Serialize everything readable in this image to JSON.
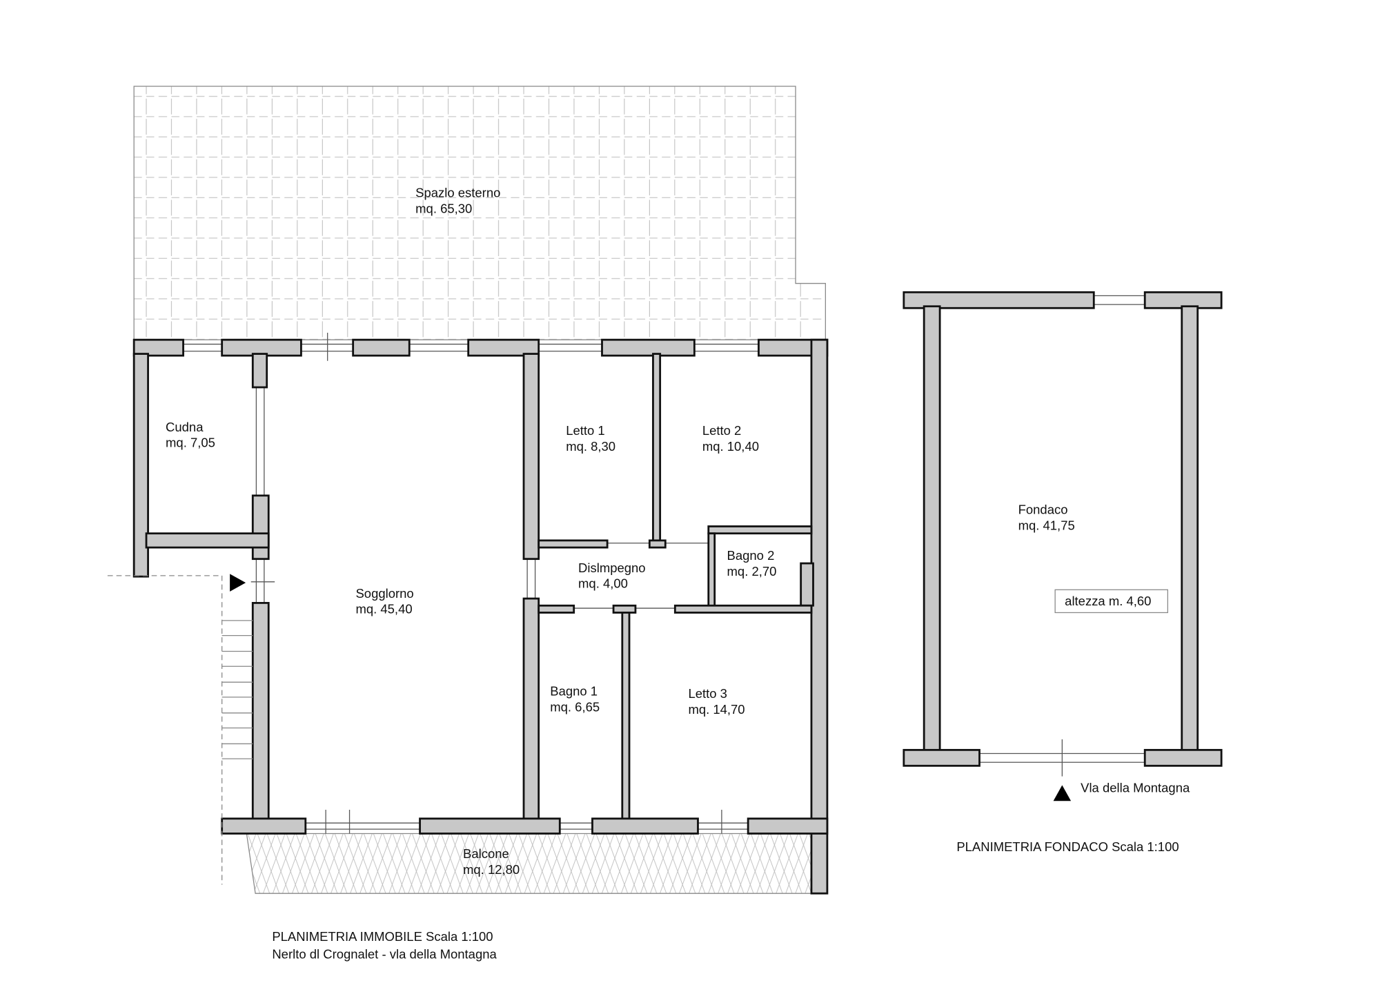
{
  "plan_main": {
    "rooms": [
      {
        "name": "Spazlo esterno",
        "area": "mq. 65,30"
      },
      {
        "name": "Cudna",
        "area": "mq. 7,05"
      },
      {
        "name": "Sogglorno",
        "area": "mq. 45,40"
      },
      {
        "name": "Letto 1",
        "area": "mq. 8,30"
      },
      {
        "name": "Letto 2",
        "area": "mq. 10,40"
      },
      {
        "name": "Dislmpegno",
        "area": "mq. 4,00"
      },
      {
        "name": "Bagno 2",
        "area": "mq. 2,70"
      },
      {
        "name": "Bagno 1",
        "area": "mq. 6,65"
      },
      {
        "name": "Letto 3",
        "area": "mq. 14,70"
      },
      {
        "name": "Balcone",
        "area": "mq. 12,80"
      }
    ],
    "title": "PLANIMETRIA IMMOBILE  Scala 1:100",
    "subtitle": "Nerlto dl Crognalet - vla della Montagna"
  },
  "plan_fondaco": {
    "room": {
      "name": "Fondaco",
      "area": "mq. 41,75"
    },
    "height_label": "altezza m. 4,60",
    "street": "Vla della Montagna",
    "title": "PLANIMETRIA FONDACO Scala 1:100"
  }
}
